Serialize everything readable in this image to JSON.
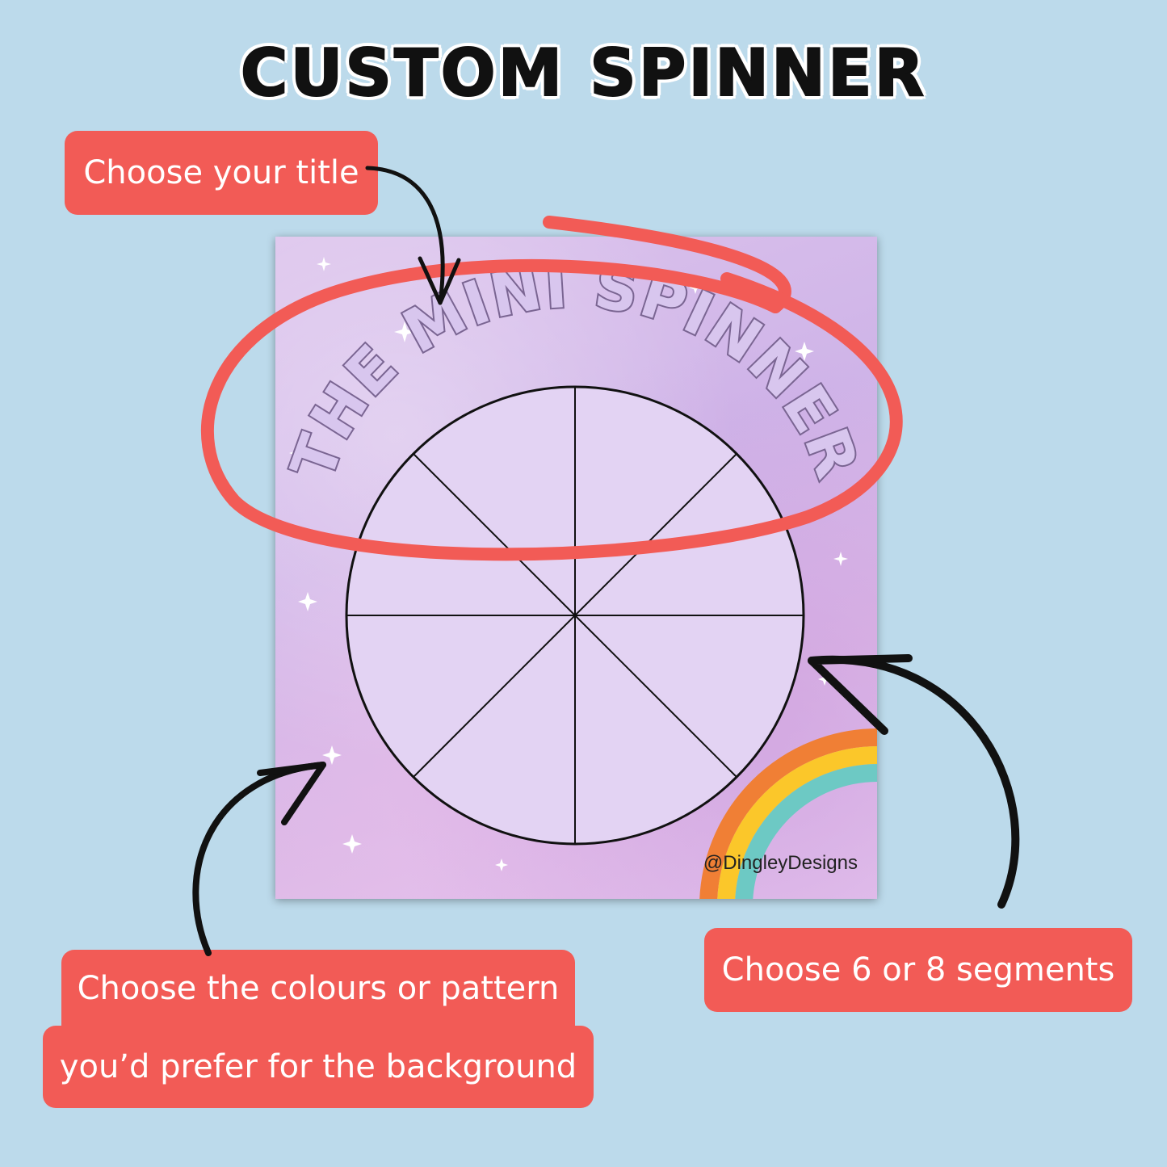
{
  "header": {
    "title": "CUSTOM SPINNER"
  },
  "callouts": {
    "title": "Choose your title",
    "segments": "Choose 6 or 8 segments",
    "background_line1": "Choose the colours or pattern",
    "background_line2": "you’d prefer  for the background"
  },
  "card": {
    "spinner_title": "THE MINI SPINNER",
    "handle": "@DingleyDesigns",
    "segment_count": 8
  },
  "colors": {
    "background": "#bcdaeb",
    "callout": "#f25b56",
    "wheel_fill": "#e3d3f3",
    "title_fill": "#d8c6ee",
    "title_outline": "#7a6592",
    "rainbow": [
      "#f07f35",
      "#fbc72a",
      "#6dc9c4"
    ]
  }
}
